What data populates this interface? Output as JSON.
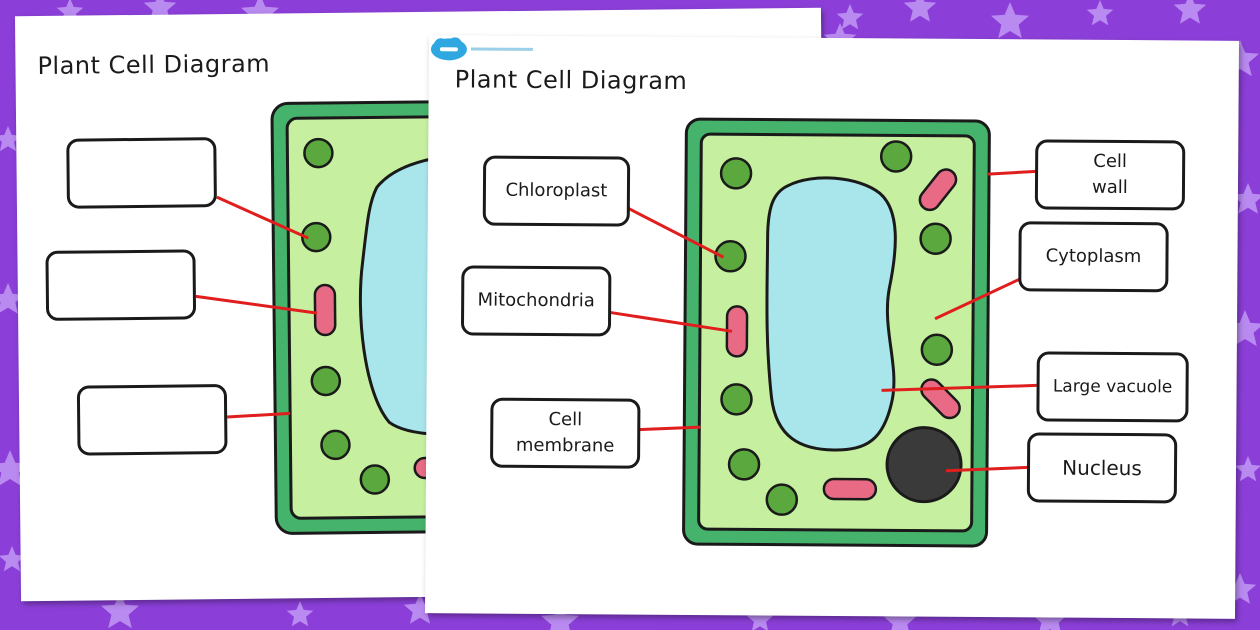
{
  "colors": {
    "background": "#8b3fd8",
    "star": "#b98af0",
    "cell_wall": "#46b36c",
    "cytoplasm": "#c6f0a0",
    "vacuole": "#a8e6ec",
    "chloroplast": "#5aa83e",
    "mitochondria": "#e86a84",
    "nucleus": "#3a3a3a",
    "pointer": "#e01e1e"
  },
  "back_sheet": {
    "title": "Plant Cell Diagram",
    "labels": [
      {
        "text": ""
      },
      {
        "text": ""
      },
      {
        "text": ""
      }
    ]
  },
  "front_sheet": {
    "title": "Plant Cell Diagram",
    "labels": [
      {
        "text": "Chloroplast"
      },
      {
        "text": "Mitochondria"
      },
      {
        "text": "Cell\nmembrane"
      },
      {
        "text": "Cell\nwall"
      },
      {
        "text": "Cytoplasm"
      },
      {
        "text": "Large vacuole"
      },
      {
        "text": "Nucleus"
      }
    ]
  },
  "logo": {
    "icon": "twinkl-cloud-logo"
  }
}
